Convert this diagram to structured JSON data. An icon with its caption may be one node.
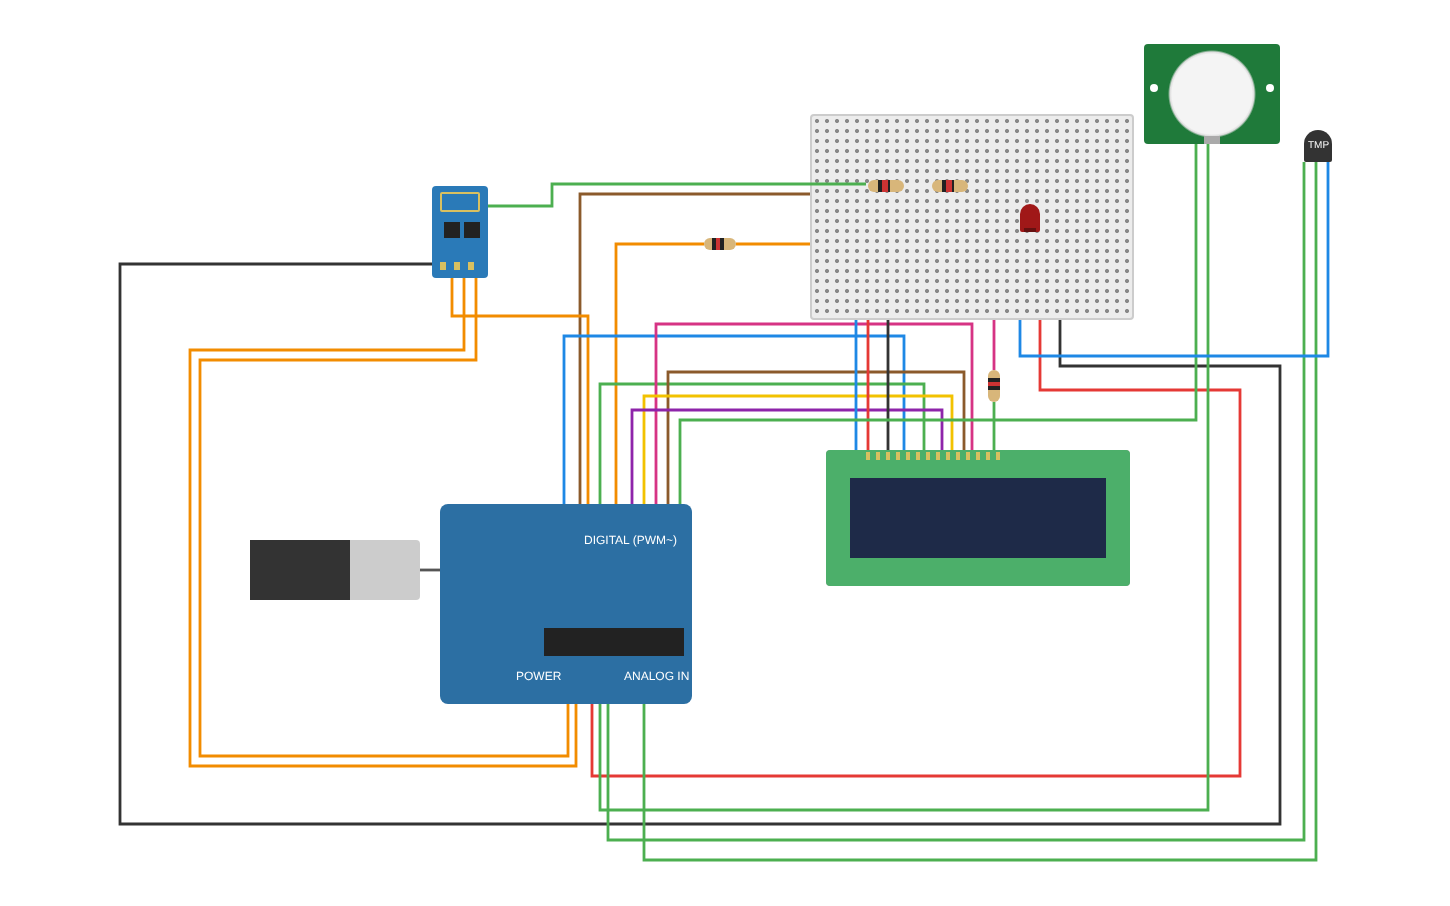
{
  "diagram": {
    "nodes": [
      {
        "text": [],
        "shape": "picture"
      },
      {
        "text": [],
        "shape": "picture"
      },
      {
        "text": [],
        "shape": "picture",
        "in": 1
      },
      {
        "text": [],
        "shape": "picture",
        "in": 1
      },
      {
        "text": [],
        "shape": "picture"
      },
      {
        "text": [],
        "shape": "picture",
        "in": 1
      },
      {
        "text": [],
        "shape": "picture"
      },
      {
        "text": [
          "TMP"
        ]
      },
      {
        "text": [],
        "shape": "picture"
      },
      {
        "text": [],
        "shape": "picture"
      },
      {
        "text": [
          "DIGITAL (PWM~)",
          "POWER",
          "ANALOG IN"
        ]
      },
      {
        "text": [],
        "shape": "picture"
      }
    ],
    "edges": [
      {
        "from": 0,
        "to": 2,
        "arrow": "none",
        "color": "#4caf50"
      },
      {
        "from": 10,
        "to": 1,
        "arrow": "none",
        "color": "#8b5a2b"
      },
      {
        "from": 10,
        "to": 4,
        "arrow": "none",
        "color": "#f28c00"
      },
      {
        "from": 4,
        "to": 1,
        "arrow": "none",
        "color": "#f28c00"
      },
      {
        "from": 0,
        "to": 1,
        "arrow": "none",
        "color": "#333333"
      },
      {
        "from": 0,
        "to": 10,
        "arrow": "none",
        "color": "#f28c00"
      },
      {
        "from": 0,
        "to": 10,
        "arrow": "none",
        "color": "#f28c00"
      },
      {
        "from": 0,
        "to": 10,
        "arrow": "none",
        "color": "#f28c00"
      },
      {
        "from": 10,
        "to": 9,
        "arrow": "none",
        "color": "#1e88e5"
      },
      {
        "from": 10,
        "to": 9,
        "arrow": "none",
        "color": "#4caf50"
      },
      {
        "from": 10,
        "to": 9,
        "arrow": "none",
        "color": "#d63384"
      },
      {
        "from": 10,
        "to": 9,
        "arrow": "none",
        "color": "#8b5a2b"
      },
      {
        "from": 10,
        "to": 9,
        "arrow": "none",
        "color": "#f2c200"
      },
      {
        "from": 10,
        "to": 9,
        "arrow": "none",
        "color": "#8e24aa"
      },
      {
        "from": 1,
        "to": 9,
        "arrow": "none",
        "color": "#1e88e5"
      },
      {
        "from": 1,
        "to": 9,
        "arrow": "none",
        "color": "#e53935"
      },
      {
        "from": 1,
        "to": 9,
        "arrow": "none",
        "color": "#333333"
      },
      {
        "from": 1,
        "to": 8,
        "arrow": "none",
        "color": "#d63384"
      },
      {
        "from": 8,
        "to": 9,
        "arrow": "none",
        "color": "#4caf50"
      },
      {
        "from": 1,
        "to": 10,
        "arrow": "none",
        "color": "#e53935"
      },
      {
        "from": 6,
        "to": 10,
        "arrow": "none",
        "color": "#4caf50"
      },
      {
        "from": 6,
        "to": 10,
        "arrow": "none",
        "color": "#4caf50"
      },
      {
        "from": 7,
        "to": 10,
        "arrow": "none",
        "color": "#4caf50"
      },
      {
        "from": 7,
        "to": 10,
        "arrow": "none",
        "color": "#4caf50"
      },
      {
        "from": 7,
        "to": 1,
        "arrow": "none",
        "color": "#1e88e5"
      },
      {
        "from": 11,
        "to": 10,
        "arrow": "none",
        "color": "#555555"
      }
    ]
  }
}
